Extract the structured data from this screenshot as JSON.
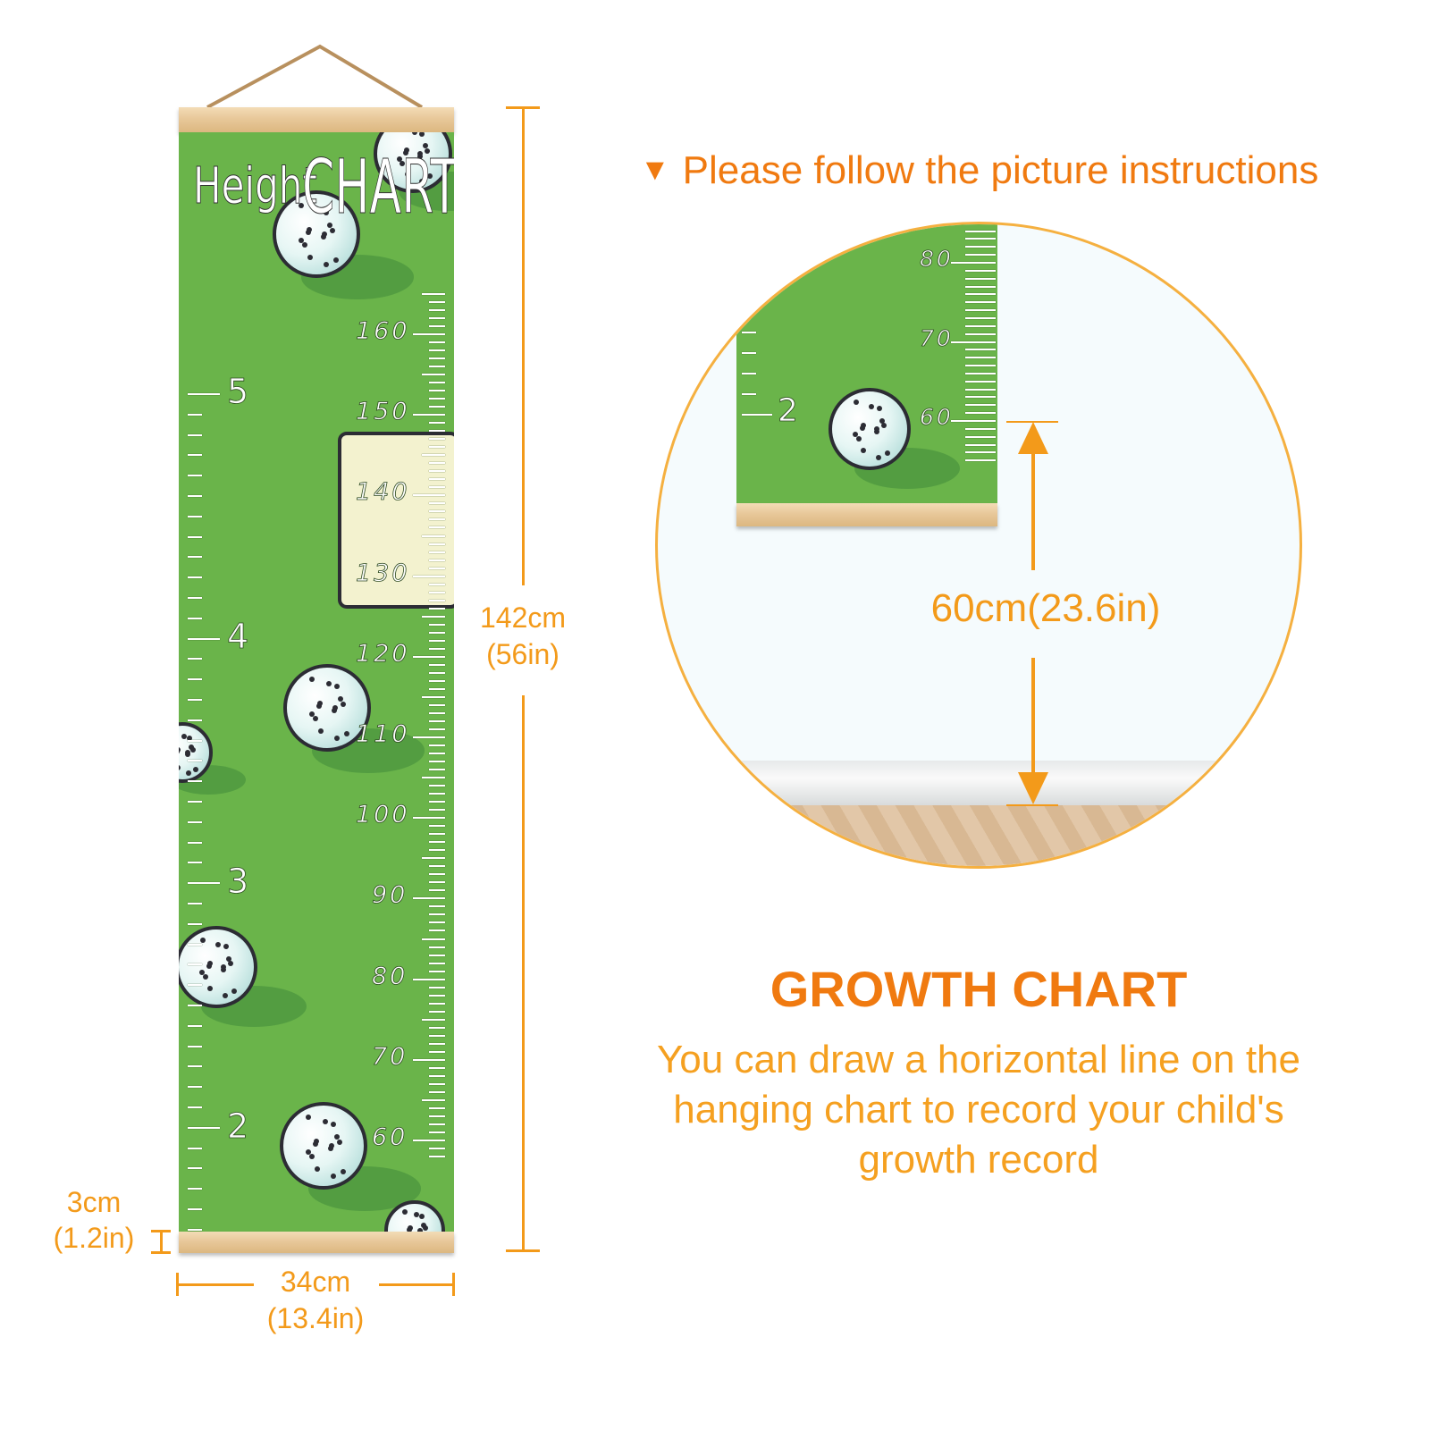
{
  "chart": {
    "title_left": "Height",
    "title_right": "CHART",
    "cm_labels": [
      "160",
      "150",
      "140",
      "130",
      "120",
      "110",
      "100",
      "90",
      "80",
      "70",
      "60"
    ],
    "ft_labels": [
      "5",
      "4",
      "3",
      "2"
    ]
  },
  "dimensions": {
    "height_cm": "142cm",
    "height_in": "(56in)",
    "width_cm": "34cm",
    "width_in": "(13.4in)",
    "bar_cm": "3cm",
    "bar_in": "(1.2in)"
  },
  "instructions": {
    "heading": "Please follow the picture instructions",
    "heading_icon": "triangle-down-icon",
    "inset_cm_labels": [
      "80",
      "70",
      "60"
    ],
    "inset_ft_label": "2",
    "mount_height": "60cm(23.6in)"
  },
  "description": {
    "title": "GROWTH CHART",
    "lines": [
      "You can draw a horizontal line on the",
      "hanging chart to record your child's",
      "growth record"
    ]
  },
  "colors": {
    "accent": "#f07a10",
    "accent_light": "#f39a1a",
    "canvas_green": "#6ab44a",
    "circle_border": "#f5b040"
  }
}
